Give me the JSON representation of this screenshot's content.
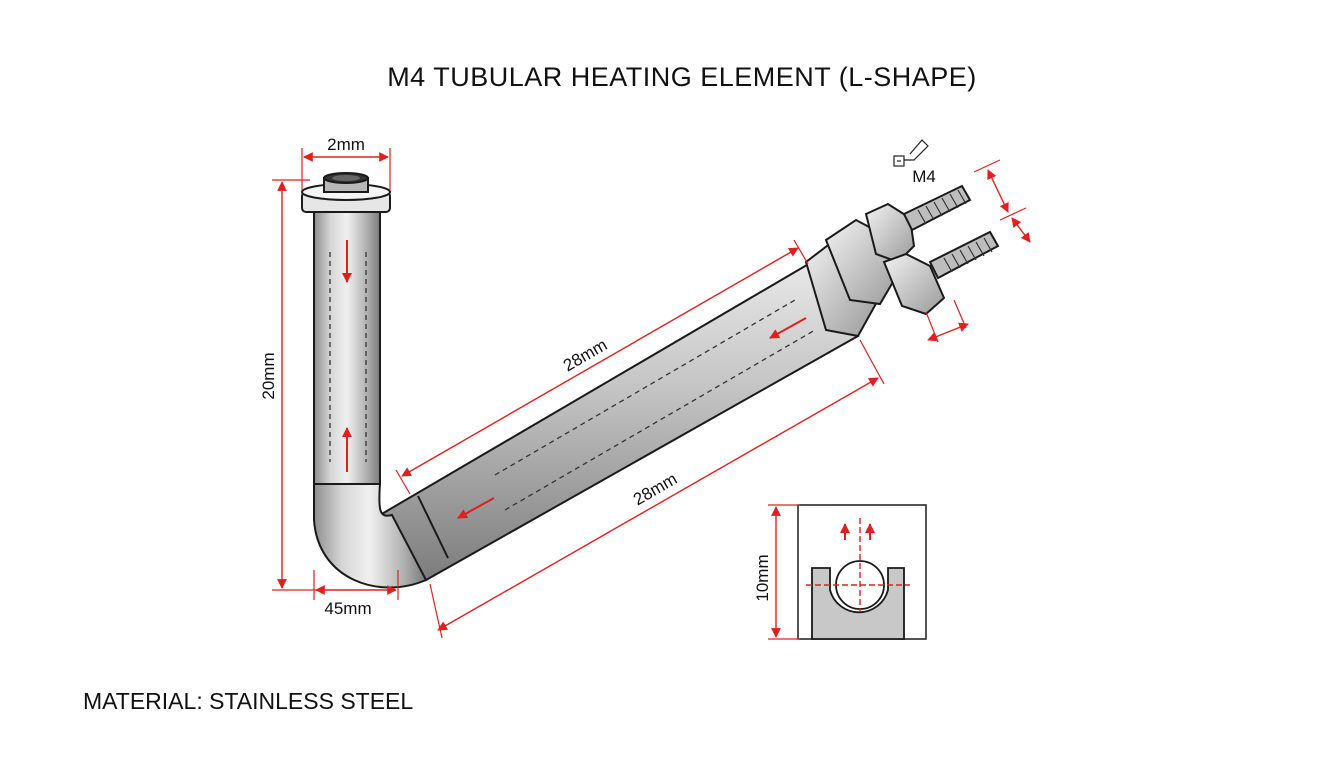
{
  "title": "M4 TUBULAR HEATING ELEMENT (L-SHAPE)",
  "material_note": "MATERIAL: STAINLESS STEEL",
  "dimensions": {
    "top_width": "2mm",
    "vertical_height": "20mm",
    "bottom_width": "45mm",
    "diagonal_upper": "28mm",
    "diagonal_lower": "28mm",
    "thread_label": "M4",
    "section_height": "10mm"
  },
  "colors": {
    "dimension_lines": "#e02020",
    "tube_metal": "#b4b4b4",
    "outline": "#1a1a1a",
    "section_fill": "#c8c8c8"
  },
  "icons": {
    "thread_symbol": "thread-tool-icon"
  }
}
